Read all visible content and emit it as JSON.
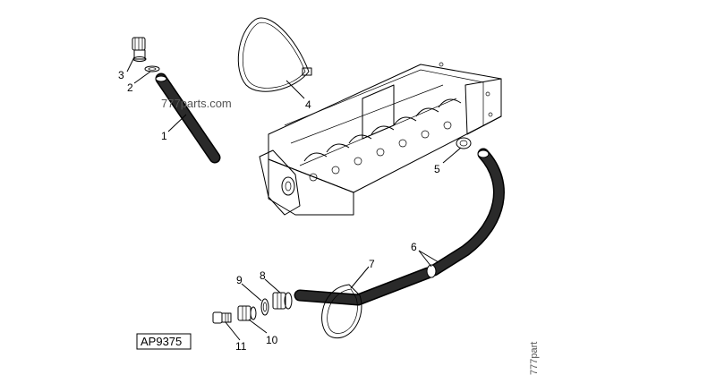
{
  "diagram": {
    "reference_code": "AP9375",
    "watermark_horizontal": "777parts.com",
    "watermark_vertical": "777part",
    "callouts": [
      "1",
      "2",
      "3",
      "4",
      "5",
      "6",
      "7",
      "8",
      "9",
      "10",
      "11"
    ]
  }
}
